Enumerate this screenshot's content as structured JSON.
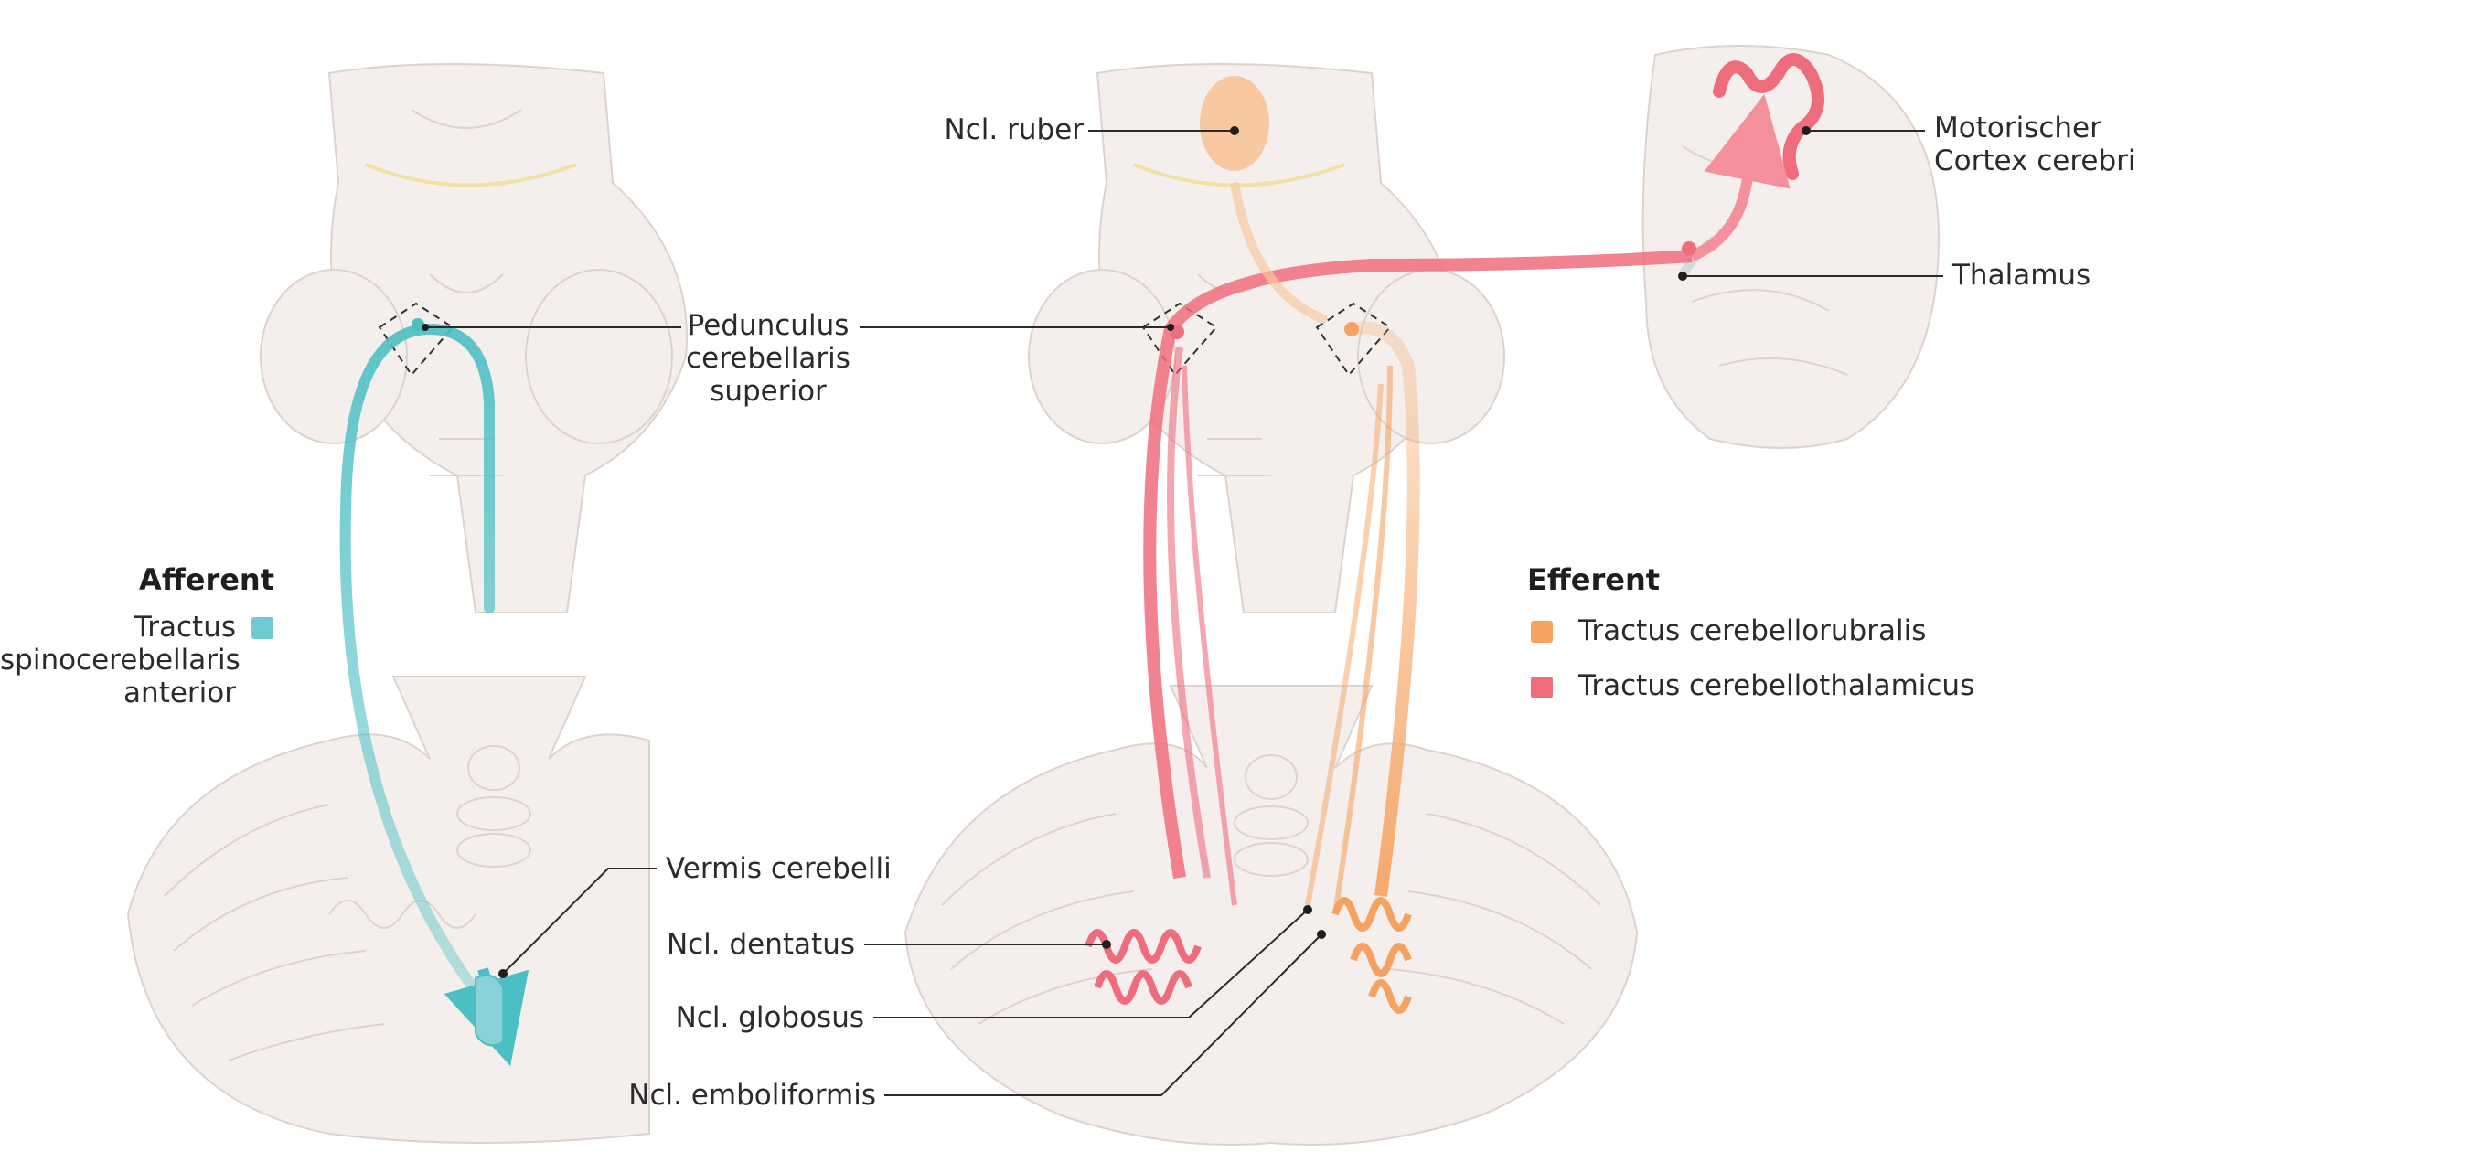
{
  "labels": {
    "pedunculus": [
      "Pedunculus",
      "cerebellaris",
      "superior"
    ],
    "ncl_ruber": "Ncl. ruber",
    "motor_cortex": [
      "Motorischer",
      "Cortex cerebri"
    ],
    "thalamus": "Thalamus",
    "vermis": "Vermis cerebelli",
    "ncl_dentatus": "Ncl. dentatus",
    "ncl_globosus": "Ncl. globosus",
    "ncl_emboliformis": "Ncl. emboliformis"
  },
  "legend_afferent": {
    "heading": "Afferent",
    "item": [
      "Tractus",
      "spinocerebellaris",
      "anterior"
    ],
    "color": "#6ec9d2"
  },
  "legend_efferent": {
    "heading": "Efferent",
    "items": [
      {
        "label": "Tractus cerebellorubralis",
        "color": "#f5a260"
      },
      {
        "label": "Tractus cerebellothalamicus",
        "color": "#ee6d7d"
      }
    ]
  },
  "colors": {
    "anatomy_fill": "#f4efec",
    "anatomy_line": "#ddd3cd",
    "teal": "#4bbfc4",
    "red": "#ee6d7d",
    "orange": "#f5a260",
    "ruber": "#f8c9a0"
  }
}
